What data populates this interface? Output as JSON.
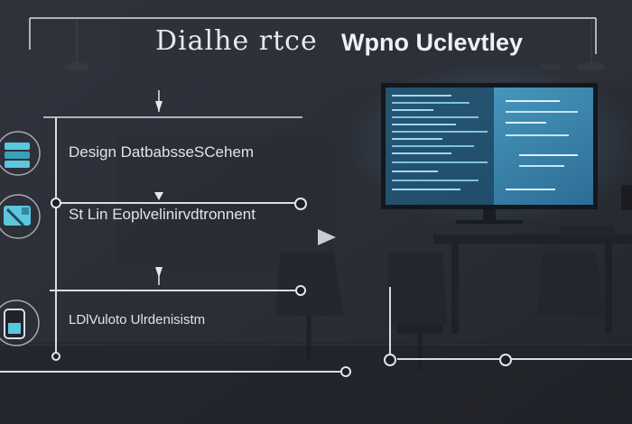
{
  "title": {
    "part1": "Dialhe rtce",
    "part2": "Wpno Uclevtley"
  },
  "steps": [
    {
      "label": "Design DatbabsseSCehem",
      "icon": "database-icon"
    },
    {
      "label": "St Lin Eoplvelinirvdtronnent",
      "icon": "deploy-icon"
    },
    {
      "label": "LDlVuloto Ulrdenisistm",
      "icon": "mobile-device-icon"
    }
  ],
  "colors": {
    "background": "#2b2e37",
    "line": "#d9dde4",
    "screen": "#3f8db3",
    "icon_cyan": "#5ac8dc"
  }
}
